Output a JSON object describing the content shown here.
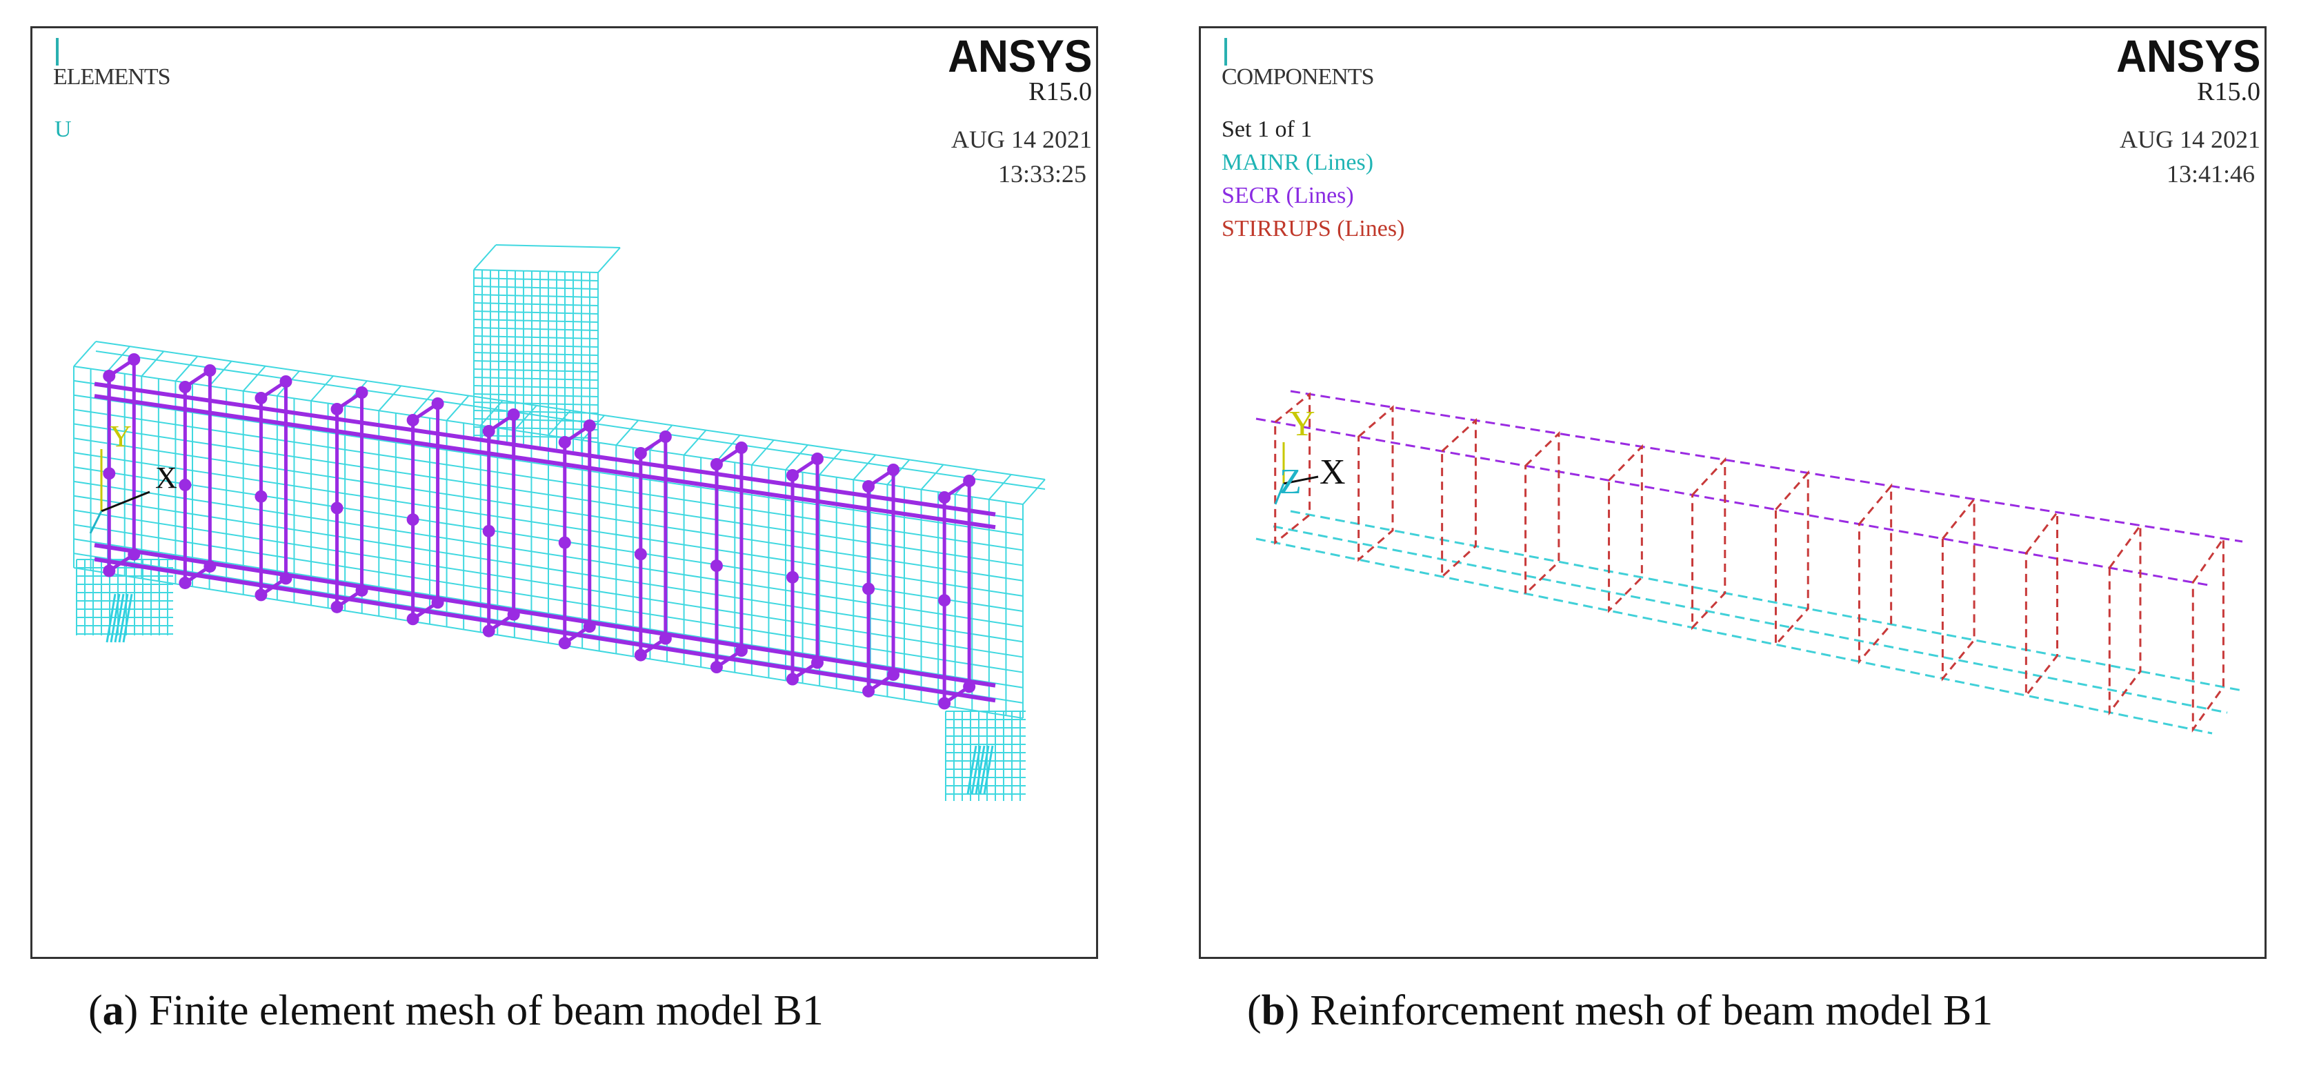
{
  "panels": [
    {
      "id": "a",
      "view_label": "ELEMENTS",
      "dof_label": "U",
      "brand": "ANSYS",
      "release": "R15.0",
      "date": "AUG 14 2021",
      "time": "13:33:25",
      "caption_tag": "a",
      "caption_text": "Finite element mesh of beam model B1"
    },
    {
      "id": "b",
      "view_label": "COMPONENTS",
      "set_label": "Set 1   of 1",
      "brand": "ANSYS",
      "release": "R15.0",
      "date": "AUG 14 2021",
      "time": "13:41:46",
      "legend": [
        {
          "text": "MAINR (Lines)",
          "color": "#1fb4b4"
        },
        {
          "text": "SECR (Lines)",
          "color": "#8a2be2"
        },
        {
          "text": "STIRRUPS (Lines)",
          "color": "#c0392b"
        }
      ],
      "caption_tag": "b",
      "caption_text": "Reinforcement mesh of beam model B1"
    }
  ],
  "triad": {
    "y": "Y",
    "z": "Z",
    "x": "X"
  },
  "colors": {
    "concrete_mesh": "#40d8e0",
    "main_rebar": "#40d0d8",
    "secondary_rebar": "#9a2be2",
    "stirrups": "#c83a3a",
    "triad_y": "#c8c800",
    "triad_z": "#1fb4c8"
  }
}
